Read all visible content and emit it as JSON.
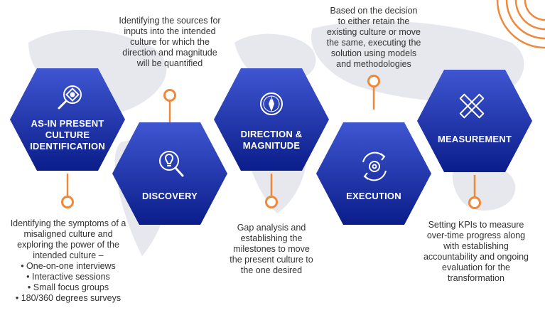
{
  "colors": {
    "hex_light": "#3f56d1",
    "hex_dark": "#0a1d8a",
    "accent_orange": "#f0883a",
    "text": "#333333",
    "map": "#e6e8ee"
  },
  "stages": [
    {
      "title": "AS-IN PRESENT CULTURE IDENTIFICATION",
      "icon": "magnifier-map-icon",
      "description": "Identifying the symptoms of a misaligned culture and exploring the power of the intended culture –",
      "bullets": [
        "One-on-one interviews",
        "Interactive sessions",
        "Small focus groups",
        "180/360 degrees surveys"
      ]
    },
    {
      "title": "DISCOVERY",
      "icon": "lightbulb-search-icon",
      "description": "Identifying the sources for inputs into the intended culture for which the direction and magnitude will be quantified"
    },
    {
      "title": "DIRECTION & MAGNITUDE",
      "icon": "compass-icon",
      "description": "Gap analysis and establishing the milestones to move the present culture to the one desired"
    },
    {
      "title": "EXECUTION",
      "icon": "gear-cycle-icon",
      "description": "Based on the decision to either retain the existing culture or move the same, executing the solution using models and methodologies"
    },
    {
      "title": "MEASUREMENT",
      "icon": "ruler-pencil-icon",
      "description": "Setting KPIs to measure over-time progress along with establishing accountability and ongoing evaluation for the transformation"
    }
  ]
}
